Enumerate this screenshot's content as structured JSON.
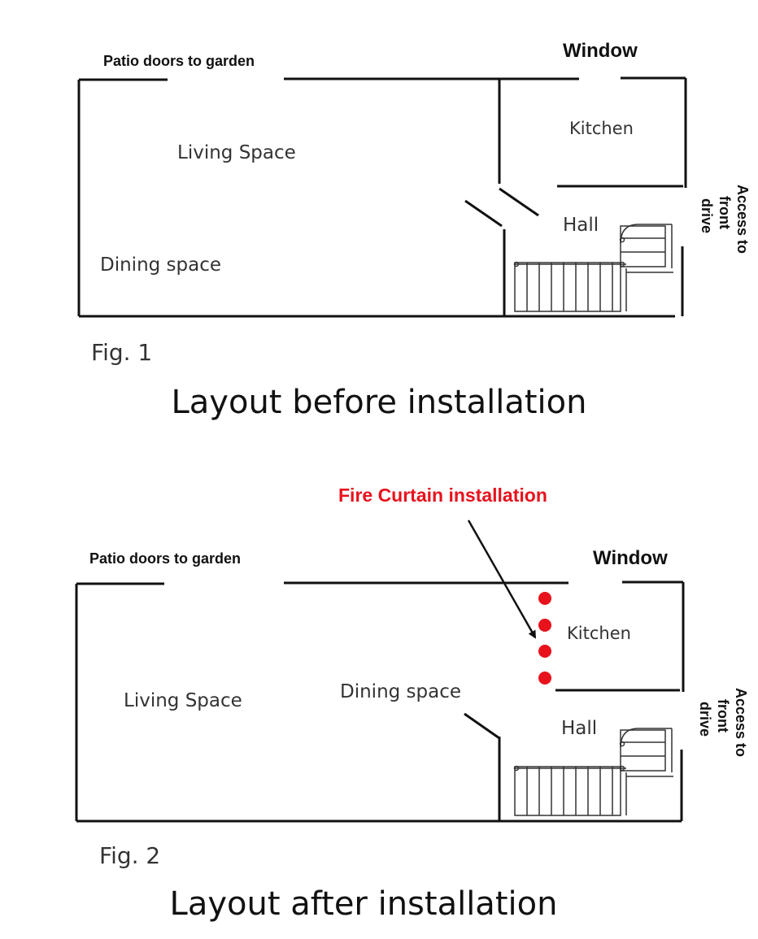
{
  "fig1": {
    "patio": "Patio doors to garden",
    "window": "Window",
    "living": "Living Space",
    "kitchen": "Kitchen",
    "hall": "Hall",
    "dining": "Dining  space",
    "access_lines": [
      "Access to",
      "front",
      "drive"
    ],
    "fig_label": "Fig. 1",
    "caption": "Layout before installation"
  },
  "fig2": {
    "patio": "Patio doors to garden",
    "window": "Window",
    "fire_curtain": "Fire Curtain installation",
    "living": "Living Space",
    "dining": "Dining  space",
    "kitchen": "Kitchen",
    "hall": "Hall",
    "access_lines": [
      "Access to",
      "front",
      "drive"
    ],
    "fig_label": "Fig. 2",
    "caption": "Layout after installation"
  },
  "colors": {
    "fire_curtain": "#e8121c",
    "walls": "#111111"
  }
}
